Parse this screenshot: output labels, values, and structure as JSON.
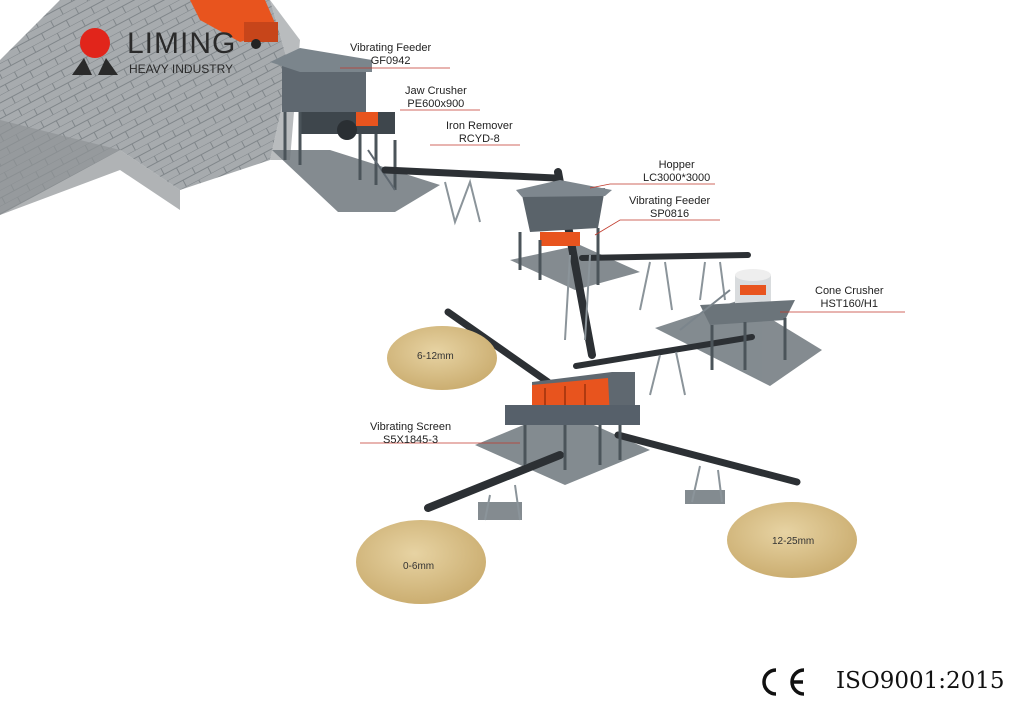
{
  "brand": {
    "name": "LIMING",
    "subtitle": "HEAVY INDUSTRY",
    "accent_color": "#e1251b"
  },
  "equipment": [
    {
      "name": "Vibrating Feeder",
      "model": "GF0942"
    },
    {
      "name": "Jaw Crusher",
      "model": "PE600x900"
    },
    {
      "name": "Iron Remover",
      "model": "RCYD-8"
    },
    {
      "name": "Hopper",
      "model": "LC3000*3000"
    },
    {
      "name": "Vibrating Feeder",
      "model": "SP0816"
    },
    {
      "name": "Cone Crusher",
      "model": "HST160/H1"
    },
    {
      "name": "Vibrating Screen",
      "model": "S5X1845-3"
    }
  ],
  "piles": [
    {
      "label": "6-12mm"
    },
    {
      "label": "0-6mm"
    },
    {
      "label": "12-25mm"
    }
  ],
  "certification": {
    "ce_mark": "CE",
    "iso": "ISO9001:2015"
  },
  "colors": {
    "steel": "#5f6870",
    "machine_orange": "#e8541e",
    "sand": "#d8c08a",
    "stone_wall": "#9ea3a6",
    "conveyor": "#2c3034"
  }
}
